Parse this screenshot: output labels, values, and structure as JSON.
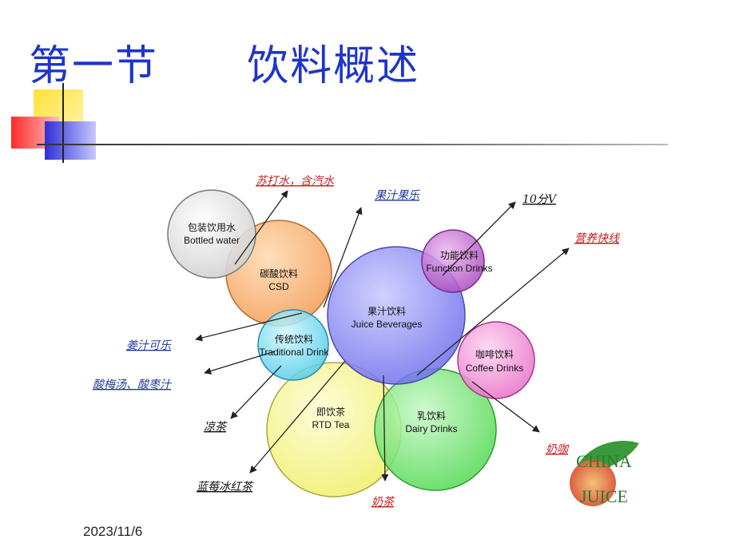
{
  "slide": {
    "title": "第一节      饮料概述",
    "date": "2023/11/6"
  },
  "bubbles": {
    "bottled_water": {
      "cn": "包装饮用水",
      "en": "Bottled water",
      "color": "#e0e0e0"
    },
    "csd": {
      "cn": "碳酸饮料",
      "en": "CSD",
      "color": "#f4a35e"
    },
    "juice": {
      "cn": "果汁饮料",
      "en": "Juice Beverages",
      "color": "#7f7ff0"
    },
    "function": {
      "cn": "功能饮料",
      "en": "Function Drinks",
      "color": "#b85cc6"
    },
    "traditional": {
      "cn": "传统饮料",
      "en": "Traditional Drink",
      "color": "#6ed8f0"
    },
    "coffee": {
      "cn": "咖啡饮料",
      "en": "Coffee Drinks",
      "color": "#f08ad8"
    },
    "rtd_tea": {
      "cn": "即饮茶",
      "en": "RTD Tea",
      "color": "#f0f07a"
    },
    "dairy": {
      "cn": "乳饮料",
      "en": "Dairy Drinks",
      "color": "#6fe06f"
    }
  },
  "external_labels": {
    "soda": "苏打水，含汽水",
    "juice_cola": "果汁果乐",
    "ten_v": "10分V",
    "nutrition": "营养快线",
    "ginger_cola": "姜汁可乐",
    "sour_plum": "酸梅汤、酸枣汁",
    "herbal_tea": "凉茶",
    "blueberry_tea": "蓝莓冰红茶",
    "milk_tea": "奶茶",
    "milk_coffee": "奶咖"
  },
  "logo": {
    "line1": "CHINA",
    "line2": "JUICE"
  }
}
